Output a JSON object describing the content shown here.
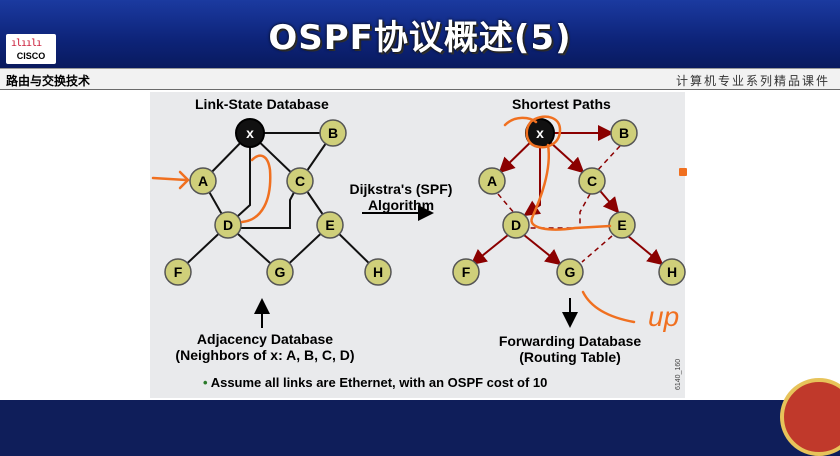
{
  "header": {
    "title": "OSPF协议概述(5)",
    "logo_text": "CISCO",
    "left_caption": "路由与交换技术",
    "right_caption": "计算机专业系列精品课件"
  },
  "diagram": {
    "left_title": "Link-State Database",
    "right_title": "Shortest Paths",
    "algorithm_line1": "Dijkstra's (SPF)",
    "algorithm_line2": "Algorithm",
    "adjacency_line1": "Adjacency Database",
    "adjacency_line2": "(Neighbors of x: A, B, C, D)",
    "forwarding_line1": "Forwarding Database",
    "forwarding_line2": "(Routing Table)",
    "footnote": "Assume all links are Ethernet, with an OSPF cost of 10",
    "handwriting": "up",
    "side_code": "6140_160",
    "nodes": [
      "x",
      "A",
      "B",
      "C",
      "D",
      "E",
      "F",
      "G",
      "H"
    ]
  },
  "colors": {
    "node_fill": "#cfcf7a",
    "root_fill": "#111111",
    "path_color": "#8b0000",
    "annotation": "#f07020",
    "header_bg": "#0d2378"
  }
}
